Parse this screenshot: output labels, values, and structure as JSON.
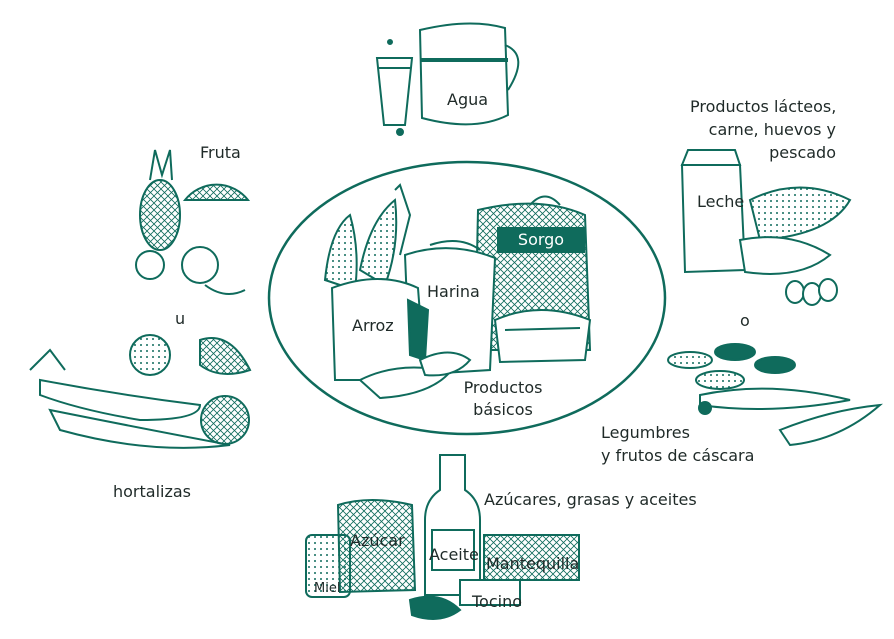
{
  "labels": {
    "agua": "Agua",
    "lacteos_line1": "Productos lácteos,",
    "lacteos_line2": "carne, huevos y",
    "lacteos_line3": "pescado",
    "leche": "Leche",
    "fruta": "Fruta",
    "u": "u",
    "o": "o",
    "sorgo": "Sorgo",
    "harina": "Harina",
    "arroz": "Arroz",
    "basicos_line1": "Productos",
    "basicos_line2": "básicos",
    "legumbres_line1": "Legumbres",
    "legumbres_line2": "y frutos de cáscara",
    "hortalizas": "hortalizas",
    "azucares": "Azúcares, grasas y aceites",
    "azucar": "Azúcar",
    "aceite": "Aceite",
    "mantequilla": "Mantequilla",
    "miel": "Miel",
    "tocino": "Tocino"
  },
  "colors": {
    "ink": "#0f6b5c",
    "text": "#1f2a28",
    "accent": "#0f6b5c"
  }
}
